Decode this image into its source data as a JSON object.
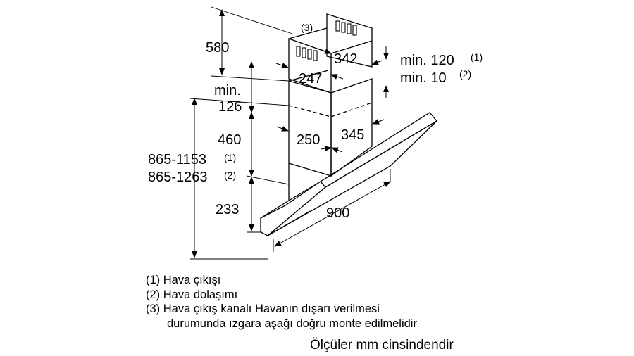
{
  "dimensions": {
    "d580": "580",
    "d342": "342",
    "d247": "247",
    "min_label": "min.",
    "d126": "126",
    "d460": "460",
    "d250": "250",
    "d345": "345",
    "d233": "233",
    "d900": "900",
    "height_1": "865-1153",
    "height_2": "865-1263",
    "min120": "min. 120",
    "min10": "min. 10"
  },
  "footnote_marks": {
    "m1": "(1)",
    "m2": "(2)",
    "m3": "(3)"
  },
  "legend": {
    "item1": "(1) Hava çıkışı",
    "item2": "(2) Hava dolaşımı",
    "item3a": "(3) Hava çıkış kanalı Havanın dışarı verilmesi",
    "item3b": "durumunda ızgara aşağı doğru monte edilmelidir"
  },
  "units_note": "Ölçüler mm cinsindendir"
}
